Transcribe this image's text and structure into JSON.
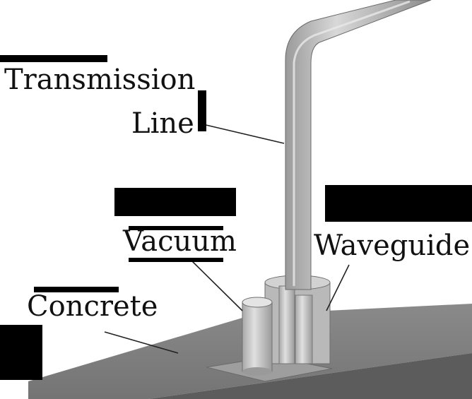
{
  "labels": {
    "transmission": "Transmission",
    "line": "Line",
    "vacuum": "Vacuum",
    "waveguide": "Waveguide",
    "concrete": "Concrete"
  },
  "colors": {
    "background": "#ffffff",
    "text": "#111111",
    "redaction": "#000000",
    "concrete_top": "#808080",
    "concrete_front": "#5a5a5a",
    "pipe": "#bdbdbd",
    "leader": "#222222"
  }
}
